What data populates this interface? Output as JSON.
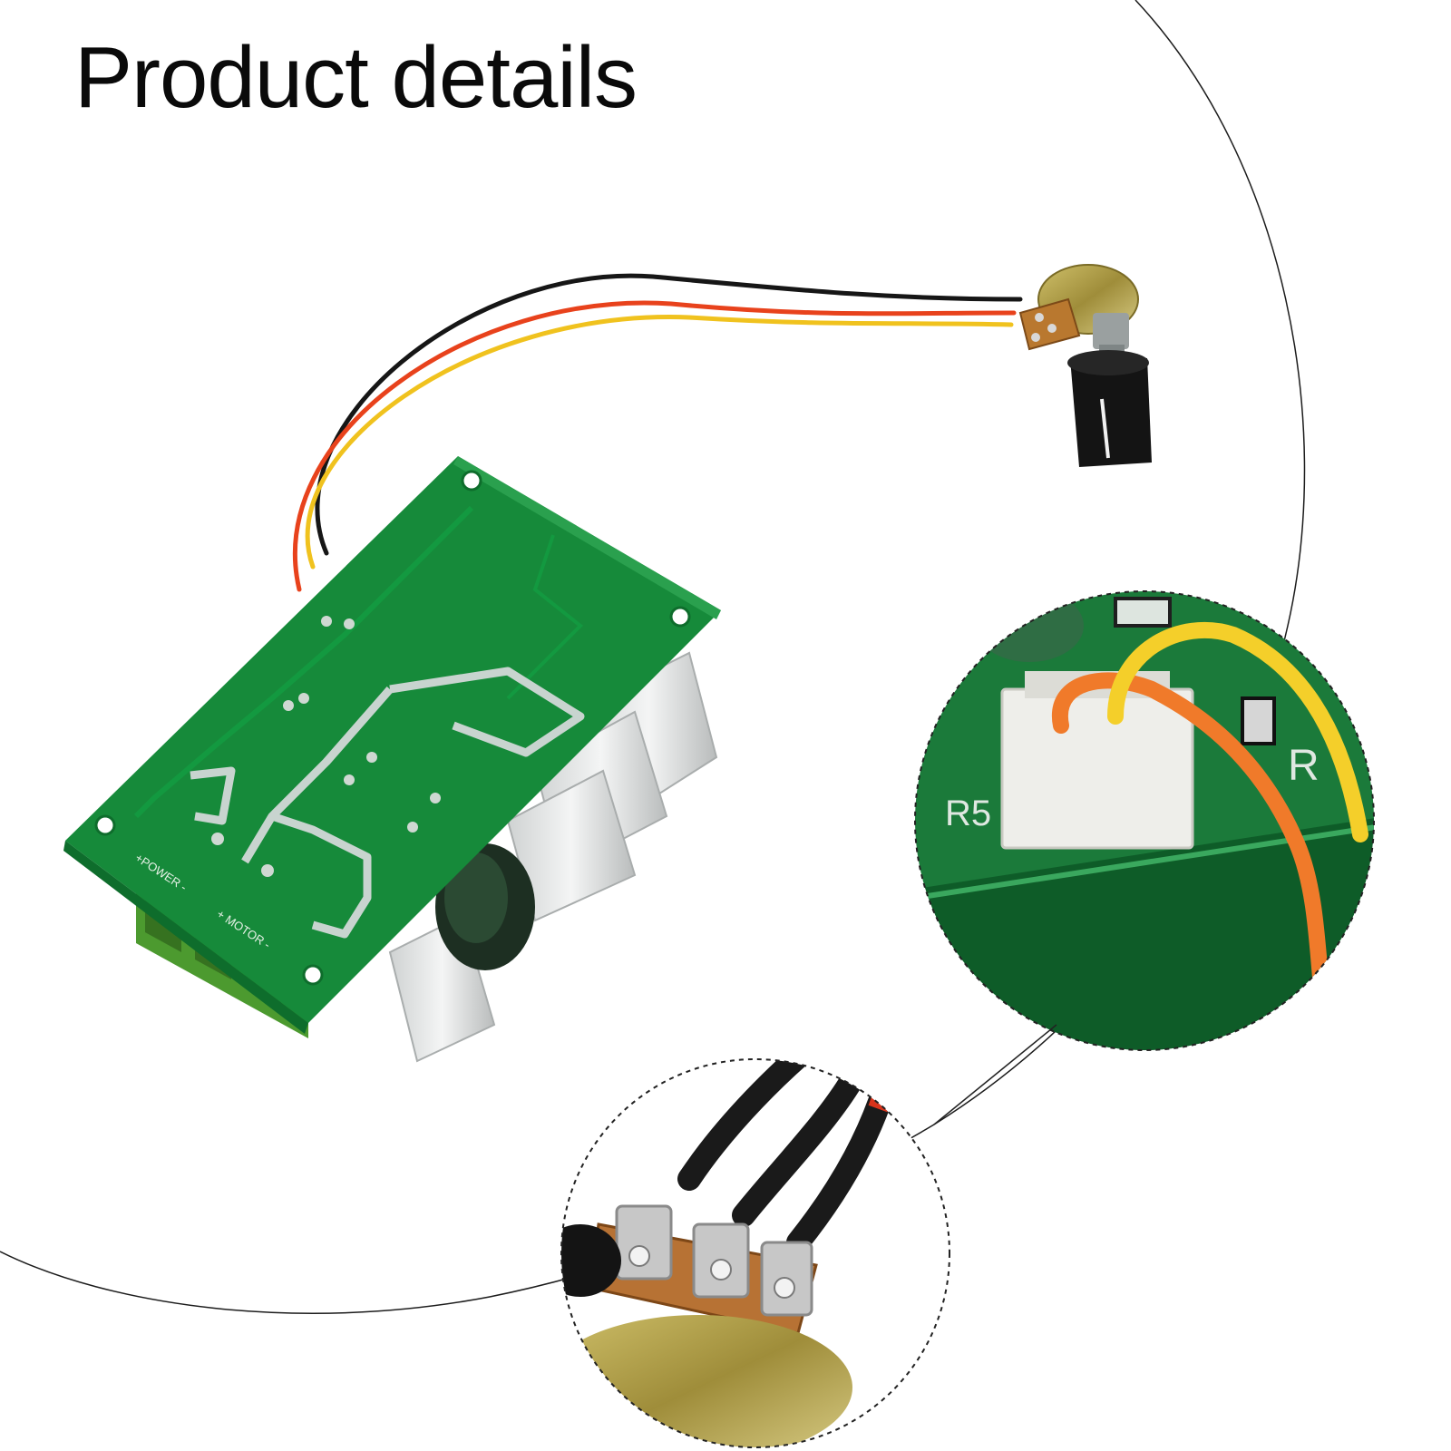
{
  "page": {
    "title": "Product details",
    "background_color": "#ffffff",
    "accent_color": "#1a8a3e"
  },
  "product": {
    "board_labels": [
      "+POWER -",
      "+ MOTOR -"
    ],
    "wire_colors": [
      "#161616",
      "#e8421c",
      "#f0c21e"
    ],
    "detail_callouts": [
      "connector-closeup",
      "potentiometer-terminals-closeup"
    ]
  }
}
